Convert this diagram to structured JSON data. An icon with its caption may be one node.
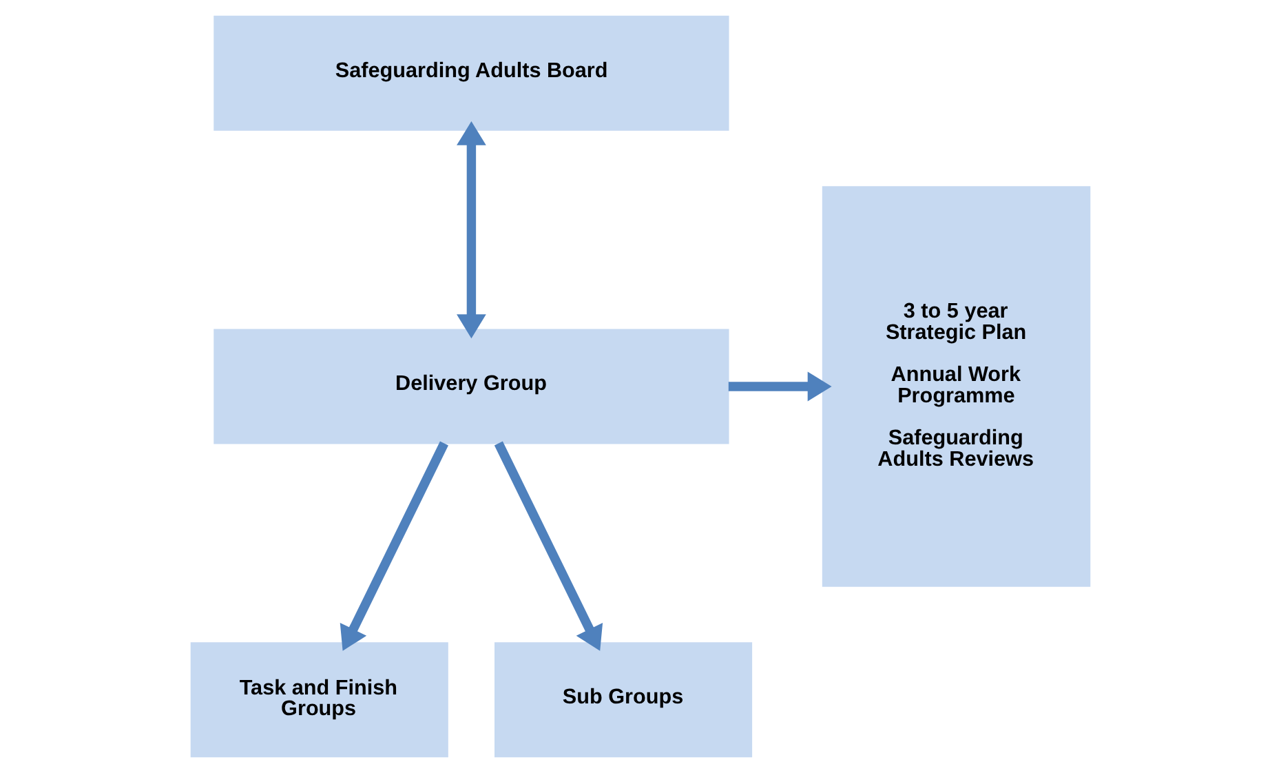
{
  "diagram": {
    "nodes": [
      {
        "text": [
          "Safeguarding Adults Board"
        ]
      },
      {
        "text": [
          "Delivery Group"
        ]
      },
      {
        "text": [
          "Task and Finish Groups"
        ]
      },
      {
        "text": [
          "Sub Groups"
        ]
      },
      {
        "text": [
          "3 to 5 year Strategic Plan",
          "Annual Work Programme",
          "Safeguarding Adults Reviews"
        ]
      }
    ],
    "edges": [
      {
        "from": 0,
        "to": 1,
        "arrow": "both"
      },
      {
        "from": 1,
        "to": 4,
        "arrow": "to"
      },
      {
        "from": 1,
        "to": 2,
        "arrow": "to"
      },
      {
        "from": 1,
        "to": 3,
        "arrow": "to"
      }
    ]
  }
}
